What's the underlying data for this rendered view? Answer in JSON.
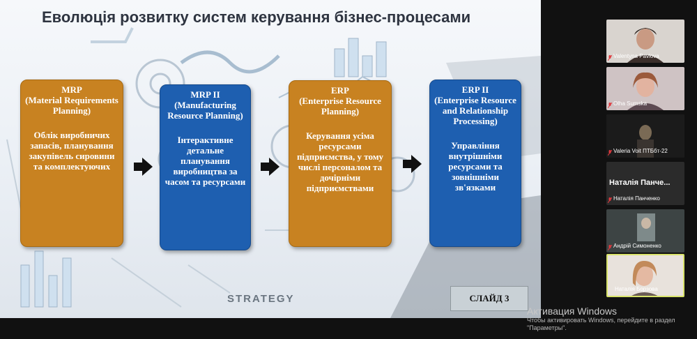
{
  "slide": {
    "title": "Еволюція розвитку систем керування  бізнес-процесами",
    "background_text": "STRATEGY",
    "slide_number": "СЛАЙД 3",
    "cards": [
      {
        "name": "MRP",
        "full": "(Material Requirements Planning)",
        "desc": "Облік виробничих запасів, планування закупівель сировини та комплектуючих",
        "color": "#c88221"
      },
      {
        "name": "MRP II",
        "full": "(Manufacturing Resource Planning)",
        "desc": "Інтерактивне детальне планування виробництва за часом та ресурсами",
        "color": "#1e5fb0"
      },
      {
        "name": "ERP",
        "full": "(Enterprise Resource Planning)",
        "desc": "Керування усіма ресурсами підприємства, у тому числі персоналом та дочірніми підприємствами",
        "color": "#c88221"
      },
      {
        "name": "ERP II",
        "full": "(Enterprise Resource and Relationship Processing)",
        "desc": "Управління внутрішніми ресурсами та зовнішніми зв'язками",
        "color": "#1e5fb0"
      }
    ]
  },
  "participants": [
    {
      "name": "Valentyna Pavlova",
      "muted": true
    },
    {
      "name": "Olha Sumska",
      "muted": true
    },
    {
      "name": "Valeria Voit ПТБбт-22",
      "muted": true
    },
    {
      "name": "Наталія Панченко",
      "display": "Наталія Панче...",
      "muted": true
    },
    {
      "name": "Андрій Симоненко",
      "muted": true
    },
    {
      "name": "Наталія Борзова",
      "muted": false,
      "active": true
    }
  ],
  "activation": {
    "heading": "Активация Windows",
    "line1": "Чтобы активировать Windows, перейдите в раздел",
    "line2": "\"Параметры\"."
  },
  "colors": {
    "orange": "#c88221",
    "blue": "#1e5fb0",
    "mute": "#e0393e",
    "active_border": "#d8e36a"
  }
}
